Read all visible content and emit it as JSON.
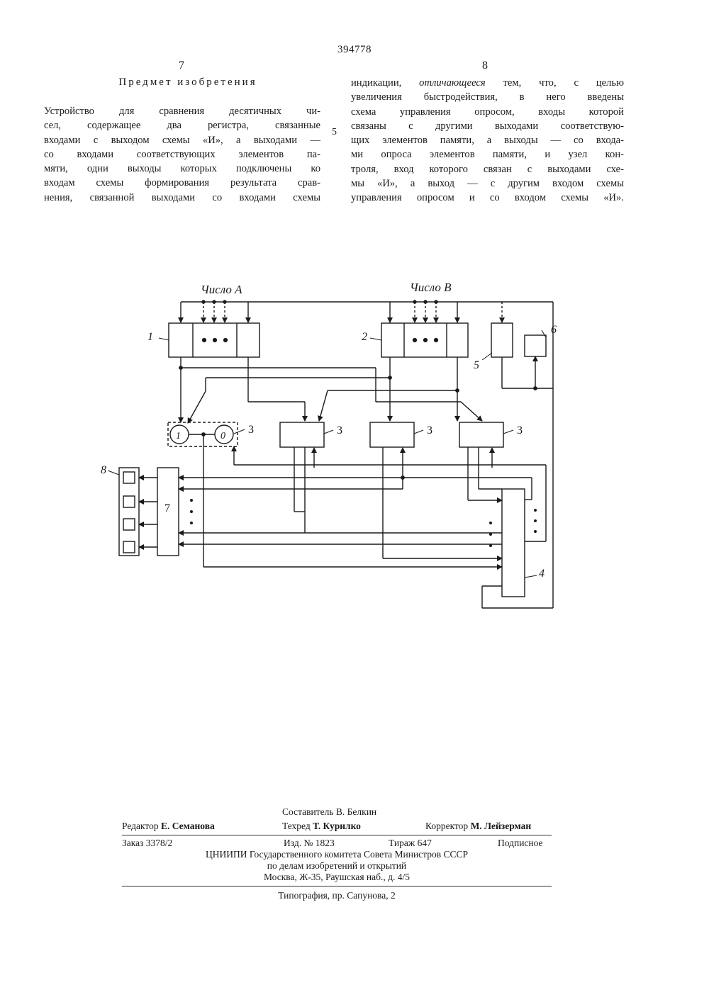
{
  "header": {
    "patent_number": "394778",
    "col_left_number": "7",
    "col_right_number": "8",
    "heading": "Предмет изобретения"
  },
  "left_column": {
    "lines": [
      "Устройство для сравнения десятичных чи-",
      "сел, содержащее два регистра, связанные",
      "входами с выходом схемы «И», а выходами —",
      "со входами соответствующих элементов па-",
      "мяти, одни выходы которых подключены ко",
      "входам схемы формирования результата срав-",
      "нения, связанной выходами со входами схемы"
    ]
  },
  "line_marker": "5",
  "right_column": {
    "line1_before": "индикации,",
    "line1_italic": "отличающееся",
    "line1_after": "тем, что, с целью",
    "lines": [
      "увеличения быстродействия, в него введены",
      "схема управления опросом, входы которой",
      "связаны с другими выходами соответствую-",
      "щих элементов памяти, а выходы — со входа-",
      "ми опроса элементов памяти, и узел кон-",
      "троля, вход которого связан с выходами схе-",
      "мы «И», а выход — с другим входом схемы",
      "управления опросом и со входом схемы «И»."
    ]
  },
  "figure": {
    "label_number_a": "Число А",
    "label_number_b": "Число В",
    "label_1": "1",
    "label_2": "2",
    "label_3": "3",
    "label_4": "4",
    "label_5": "5",
    "label_6": "6",
    "label_7": "7",
    "label_8": "8",
    "circle_one": "1",
    "circle_zero": "0",
    "ellipsis": "• • •"
  },
  "footer": {
    "compiler": "Составитель В. Белкин",
    "editor_role": "Редактор",
    "editor_name": "Е. Семанова",
    "techred_role": "Техред",
    "techred_name": "Т. Курилко",
    "corrector_role": "Корректор",
    "corrector_name": "М. Лейзерман",
    "order": "Заказ 3378/2",
    "edition": "Изд. № 1823",
    "circulation": "Тираж 647",
    "subscription": "Подписное",
    "org_line1": "ЦНИИПИ Государственного комитета Совета Министров СССР",
    "org_line2": "по делам изобретений и открытий",
    "org_line3": "Москва, Ж-35, Раушская наб., д. 4/5",
    "printing": "Типография, пр. Сапунова, 2"
  }
}
